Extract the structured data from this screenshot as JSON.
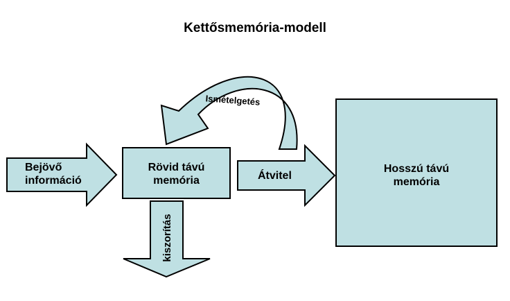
{
  "title": "Kettősmemória-modell",
  "colors": {
    "fill": "#bfe0e3",
    "stroke": "#000000"
  },
  "nodes": {
    "input_arrow": "Bejövő\ninformáció",
    "short_term": "Rövid távú\nmemória",
    "transfer_arrow": "Átvitel",
    "long_term": "Hosszú távú\nmemória",
    "rehearsal_arrow": "Ismételgetés",
    "displacement_arrow": "kiszorítás"
  }
}
